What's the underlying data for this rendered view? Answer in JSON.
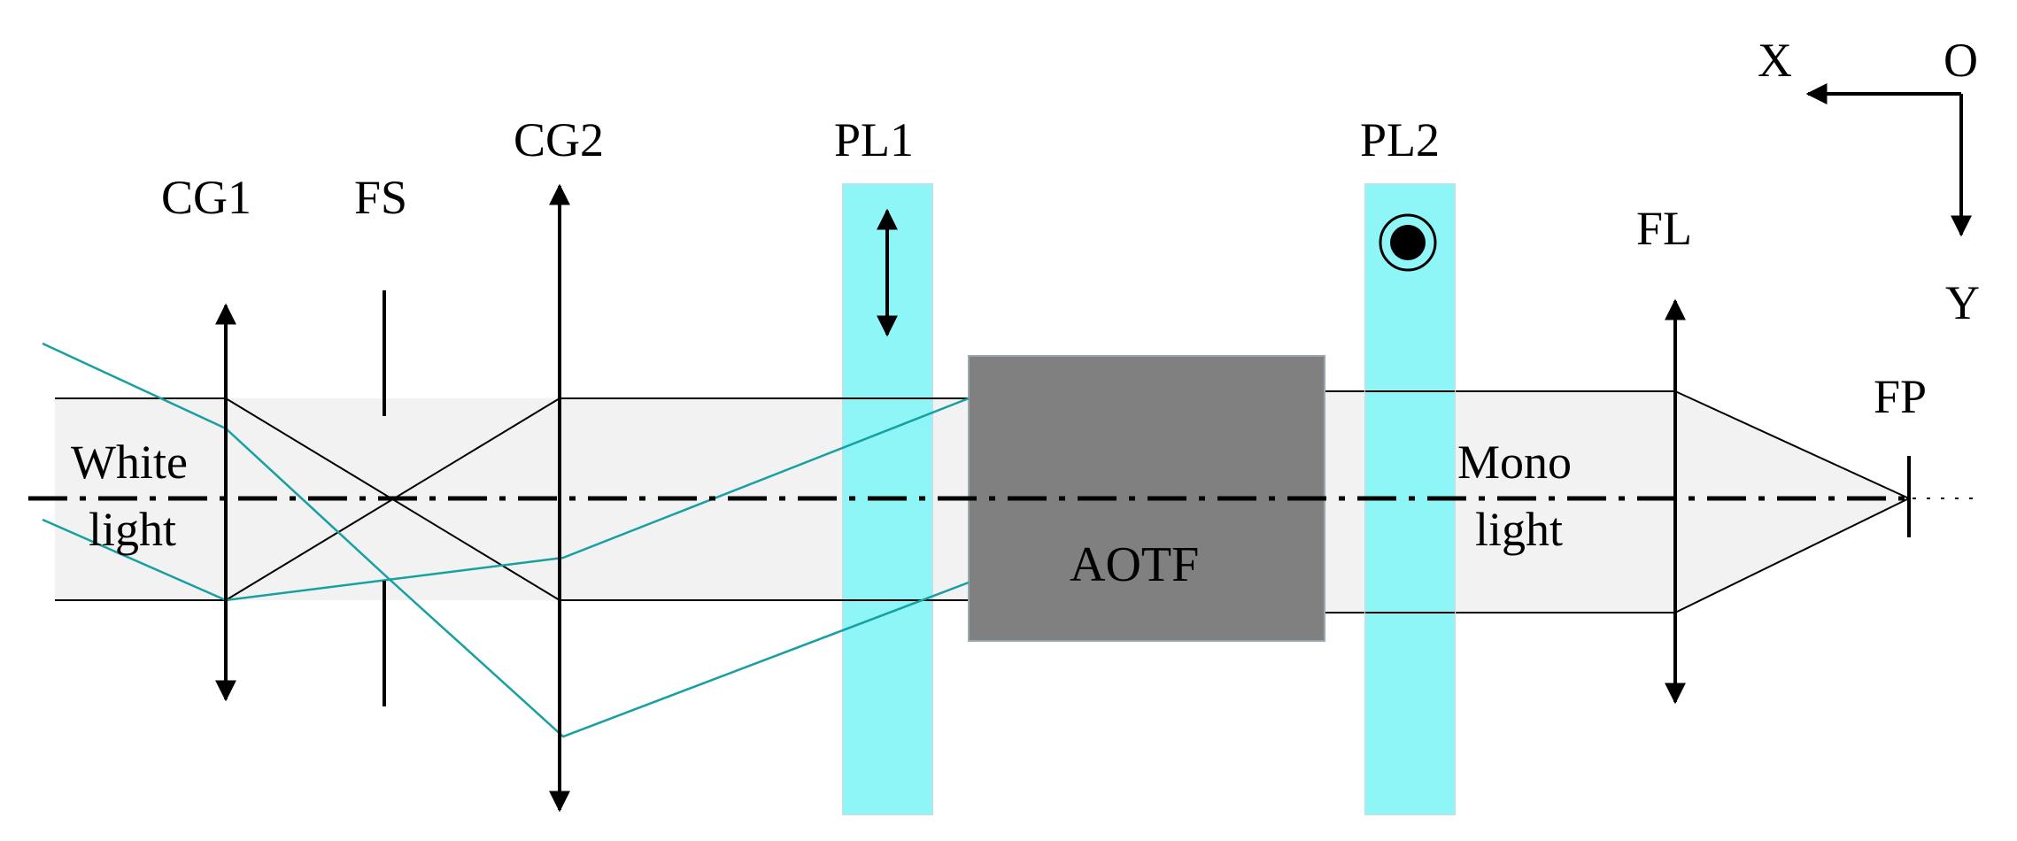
{
  "labels": {
    "cg1": "CG1",
    "fs": "FS",
    "cg2": "CG2",
    "pl1": "PL1",
    "pl2": "PL2",
    "fl": "FL",
    "fp": "FP",
    "aotf": "AOTF",
    "white": "White",
    "white_light": "light",
    "mono": "Mono",
    "mono_light": "light",
    "axis_x": "X",
    "axis_o": "O",
    "axis_y": "Y"
  },
  "colors": {
    "polarizer": "#8ff6f8",
    "aotf_block": "#808080",
    "beam_band": "#f2f2f2",
    "rays_offaxis": "#17a0a2",
    "lines": "#000000"
  },
  "icons": {
    "pl1_polarization": "double-arrow-vertical-icon",
    "pl2_polarization": "dot-circle-icon"
  }
}
